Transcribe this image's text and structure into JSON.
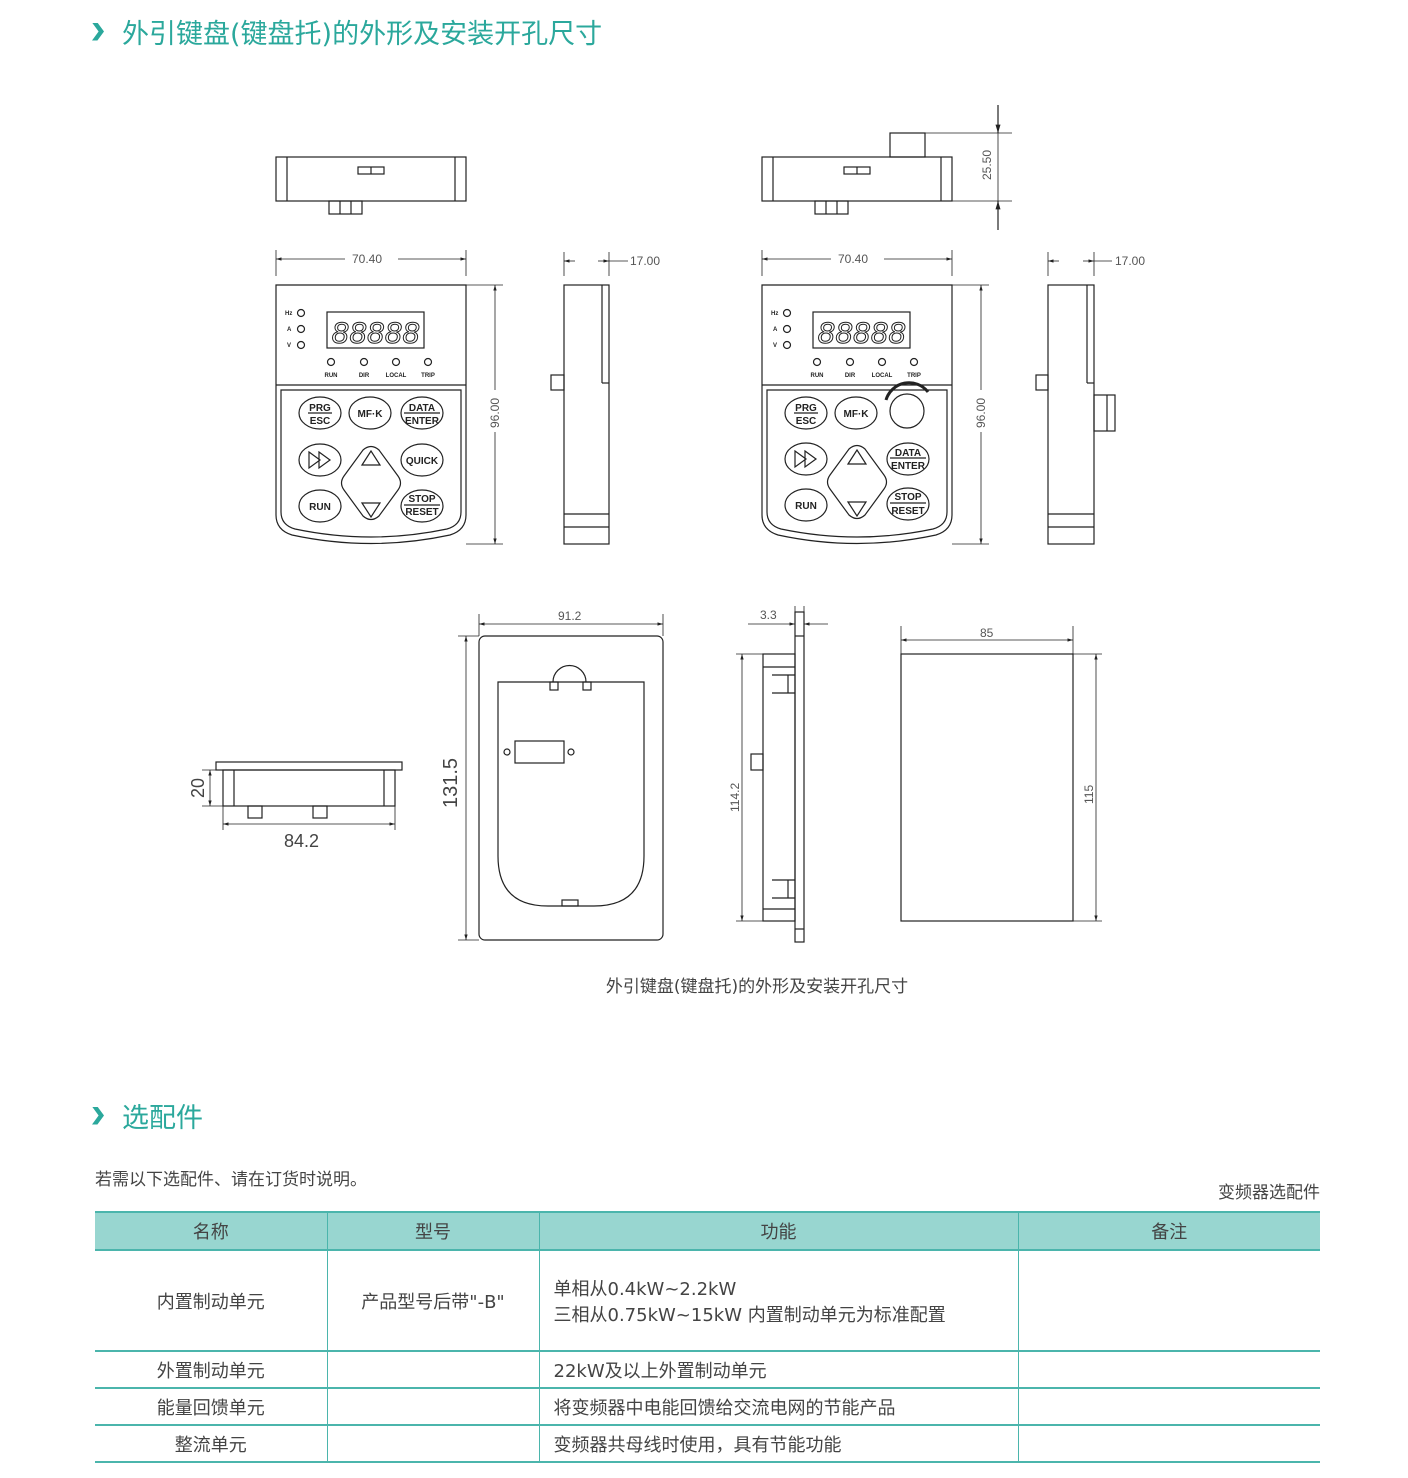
{
  "section1": {
    "title": "外引键盘(键盘托)的外形及安装开孔尺寸"
  },
  "drawings": {
    "dim_width_70": "70.40",
    "dim_depth_17": "17.00",
    "dim_height_96": "96.00",
    "dim_knob_25": "25.50",
    "dim_tray_width": "84.2",
    "dim_tray_height": "20",
    "dim_panel_width": "91.2",
    "dim_panel_height": "131.5",
    "dim_side_thickness": "3.3",
    "dim_side_height": "114.2",
    "dim_cutout_width": "85",
    "dim_cutout_height": "115",
    "display": "88888",
    "leds_left": [
      "Hz",
      "A",
      "V"
    ],
    "leds_row": [
      "RUN",
      "DIR",
      "LOCAL",
      "TRIP"
    ],
    "keys": {
      "prg": "PRG",
      "esc": "ESC",
      "mfk": "MF·K",
      "data": "DATA",
      "enter": "ENTER",
      "quick": "QUICK",
      "run": "RUN",
      "stop": "STOP",
      "reset": "RESET"
    }
  },
  "caption": "外引键盘(键盘托)的外形及安装开孔尺寸",
  "section2": {
    "title": "选配件",
    "note": "若需以下选配件、请在订货时说明。",
    "table_name": "变频器选配件",
    "headers": [
      "名称",
      "型号",
      "功能",
      "备注"
    ],
    "rows": [
      {
        "name": "内置制动单元",
        "model": "产品型号后带\"-B\"",
        "func1": "单相从0.4kW~2.2kW",
        "func2": "三相从0.75kW~15kW 内置制动单元为标准配置",
        "note": ""
      },
      {
        "name": "外置制动单元",
        "model": "",
        "func1": "22kW及以上外置制动单元",
        "note": ""
      },
      {
        "name": "能量回馈单元",
        "model": "",
        "func1": "将变频器中电能回馈给交流电网的节能产品",
        "note": ""
      },
      {
        "name": "整流单元",
        "model": "",
        "func1": "变频器共母线时使用，具有节能功能",
        "note": ""
      }
    ]
  },
  "colors": {
    "accent": "#2ba89c",
    "header_bg": "#98d6d0",
    "rule": "#4bb5ac"
  }
}
